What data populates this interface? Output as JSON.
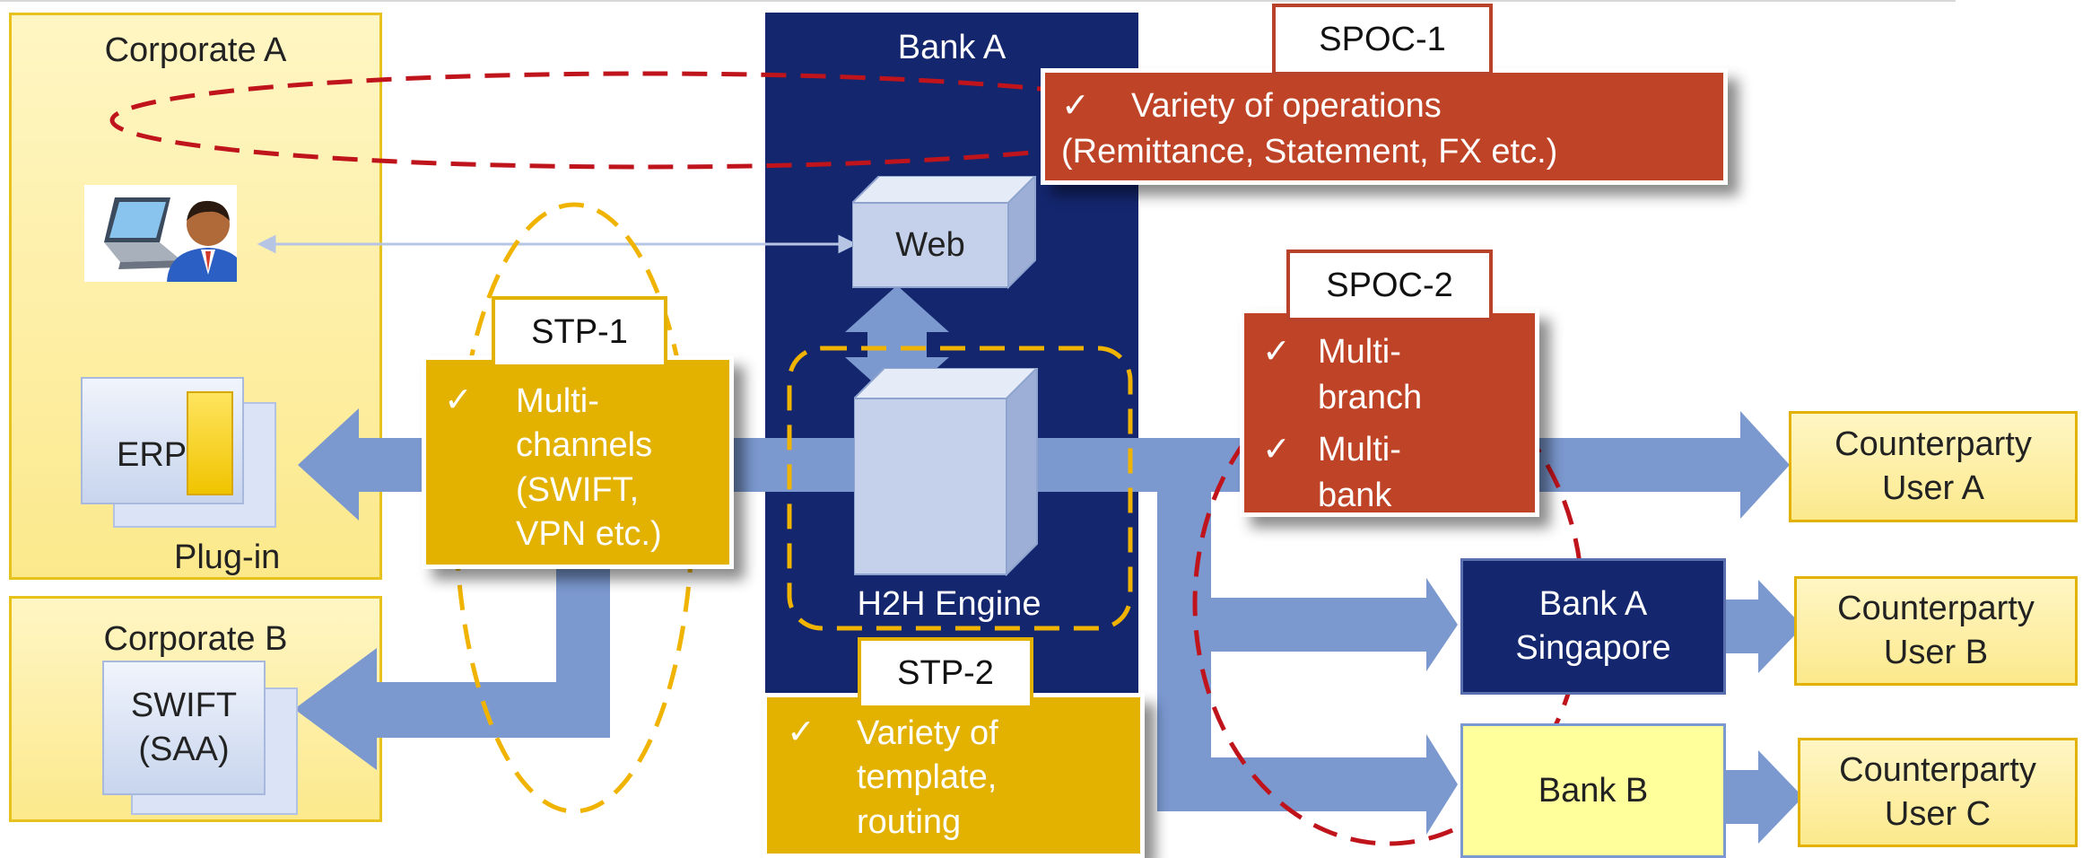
{
  "corporate_a": {
    "title": "Corporate A",
    "erp_label": "ERP",
    "plugin_label": "Plug-in"
  },
  "corporate_b": {
    "title": "Corporate B",
    "swift_label": "SWIFT\n(SAA)"
  },
  "bank_a": {
    "title": "Bank A",
    "web_label": "Web",
    "engine_label": "H2H Engine"
  },
  "spoc1": {
    "tag": "SPOC-1",
    "check": "✓",
    "items": [
      "Variety of operations",
      "(Remittance, Statement, FX etc.)"
    ]
  },
  "spoc2": {
    "tag": "SPOC-2",
    "check": "✓",
    "items": [
      "Multi-\nbranch",
      "Multi-\nbank"
    ]
  },
  "stp1": {
    "tag": "STP-1",
    "check": "✓",
    "text": "Multi-\nchannels\n(SWIFT,\nVPN etc.)"
  },
  "stp2": {
    "tag": "STP-2",
    "check": "✓",
    "text": "Variety of\ntemplate,\nrouting"
  },
  "bank_a_singapore": {
    "label": "Bank A\nSingapore"
  },
  "bank_b": {
    "label": "Bank B"
  },
  "counterparties": {
    "a": "Counterparty\nUser A",
    "b": "Counterparty\nUser B",
    "c": "Counterparty\nUser C"
  },
  "colors": {
    "navy": "#14266e",
    "gold": "#e3b100",
    "red": "#bf4427",
    "arrow": "#7b98cf",
    "dash_red": "#c0141c",
    "dash_gold": "#f0b400"
  },
  "icons": {
    "user_icon": "user-at-laptop-icon"
  }
}
